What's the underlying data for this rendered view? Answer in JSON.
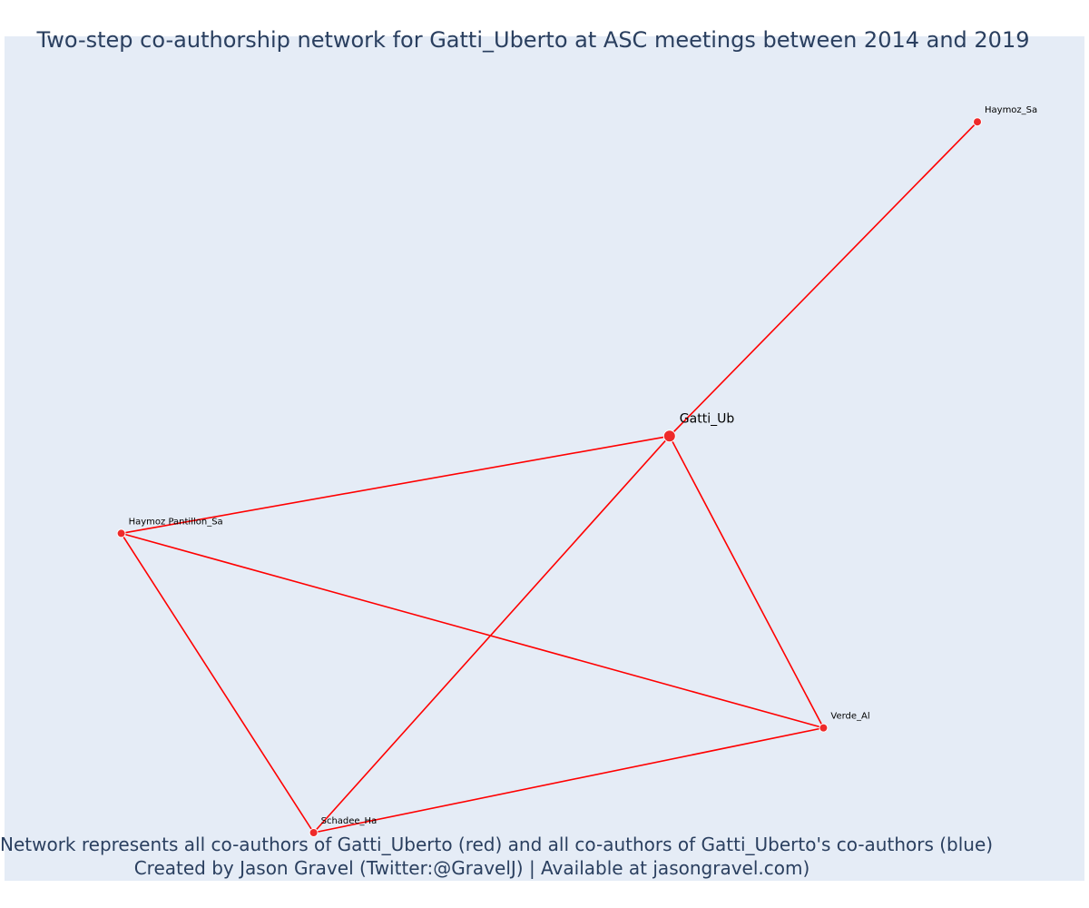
{
  "chart_data": {
    "type": "network",
    "title": "Two-step co-authorship network for Gatti_Uberto at ASC meetings between 2014 and 2019",
    "caption": [
      "Network represents all co-authors of Gatti_Uberto (red) and all co-authors of Gatti_Uberto's co-authors (blue)",
      "Created by Jason Gravel (Twitter:@GravelJ) | Available at jasongravel.com)"
    ],
    "xlim": [
      0,
      1
    ],
    "ylim": [
      0,
      1
    ],
    "grid": false,
    "colors": {
      "background": "#e5ecf6",
      "edge": "#ff0000",
      "node": "#ee2a2a",
      "node_outline": "#ffffff",
      "text": "#2a3f5f",
      "label": "#000000"
    },
    "nodes": [
      {
        "id": "Gatti_Ub",
        "label": "Gatti_Ub",
        "x": 0.63,
        "y": 0.53,
        "focal": true,
        "group": "red"
      },
      {
        "id": "Haymoz_Sa",
        "label": "Haymoz_Sa",
        "x": 0.95,
        "y": 0.95,
        "focal": false,
        "group": "red"
      },
      {
        "id": "Haymoz Pantillon_Sa",
        "label": "Haymoz Pantillon_Sa",
        "x": 0.06,
        "y": 0.4,
        "focal": false,
        "group": "red"
      },
      {
        "id": "Verde_Al",
        "label": "Verde_Al",
        "x": 0.79,
        "y": 0.14,
        "focal": false,
        "group": "red"
      },
      {
        "id": "Schadee_Ha",
        "label": "Schadee_Ha",
        "x": 0.26,
        "y": 0.0,
        "focal": false,
        "group": "red"
      }
    ],
    "edges": [
      [
        "Gatti_Ub",
        "Haymoz_Sa"
      ],
      [
        "Gatti_Ub",
        "Haymoz Pantillon_Sa"
      ],
      [
        "Gatti_Ub",
        "Schadee_Ha"
      ],
      [
        "Gatti_Ub",
        "Verde_Al"
      ],
      [
        "Haymoz Pantillon_Sa",
        "Verde_Al"
      ],
      [
        "Haymoz Pantillon_Sa",
        "Schadee_Ha"
      ],
      [
        "Schadee_Ha",
        "Verde_Al"
      ]
    ]
  }
}
